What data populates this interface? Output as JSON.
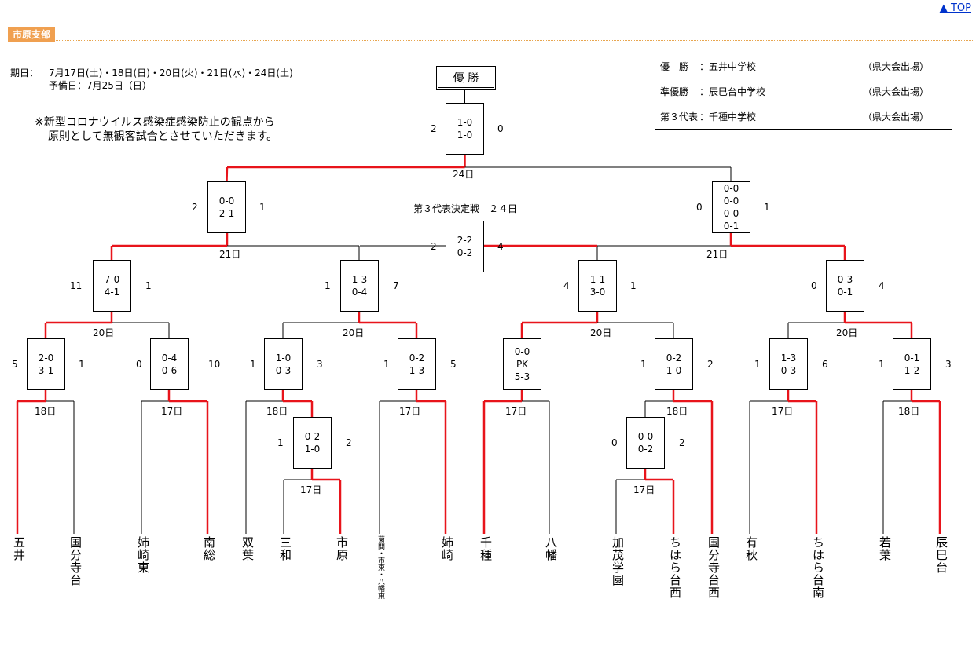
{
  "top_link": "▲ TOP",
  "section_title": "市原支部",
  "schedule": {
    "label": "期日：",
    "dates": "7月17日(土)・18日(日)・20日(火)・21日(水)・24日(土)",
    "reserve": "予備日：7月25日（日）"
  },
  "notice": {
    "line1": "※新型コロナウイルス感染症感染防止の観点から",
    "line2": "原則として無観客試合とさせていただきます。"
  },
  "results": [
    {
      "rank": "優　勝",
      "school": "：五井中学校",
      "note": "（県大会出場）"
    },
    {
      "rank": "準優勝",
      "school": "：辰巳台中学校",
      "note": "（県大会出場）"
    },
    {
      "rank": "第３代表",
      "school": "：千種中学校",
      "note": "（県大会出場）"
    }
  ],
  "champion_label": "優 勝",
  "third_place_label": "第３代表決定戦　２４日",
  "teams": [
    "五井",
    "国分寺台",
    "姉崎東",
    "南総",
    "双葉",
    "三和",
    "市原",
    "菊間・市東・八幡東",
    "姉崎",
    "千種",
    "八幡",
    "加茂学園",
    "ちはら台西",
    "国分寺台西",
    "有秋",
    "ちはら台南",
    "若葉",
    "辰巳台"
  ],
  "matches": [
    {
      "id": "final",
      "lines": [
        "1-0",
        "1-0"
      ],
      "left": "2",
      "right": "0",
      "date": "24日"
    },
    {
      "id": "sf1",
      "lines": [
        "0-0",
        "2-1"
      ],
      "left": "2",
      "right": "1",
      "date": "21日"
    },
    {
      "id": "sf2",
      "lines": [
        "0-0",
        "0-0",
        "0-0",
        "0-1"
      ],
      "left": "0",
      "right": "1",
      "date": "21日"
    },
    {
      "id": "third",
      "lines": [
        "2-2",
        "0-2"
      ],
      "left": "2",
      "right": "4",
      "date": ""
    },
    {
      "id": "qf1",
      "lines": [
        "7-0",
        "4-1"
      ],
      "left": "11",
      "right": "1",
      "date": "20日"
    },
    {
      "id": "qf2",
      "lines": [
        "1-3",
        "0-4"
      ],
      "left": "1",
      "right": "7",
      "date": "20日"
    },
    {
      "id": "qf3",
      "lines": [
        "1-1",
        "3-0"
      ],
      "left": "4",
      "right": "1",
      "date": "20日"
    },
    {
      "id": "qf4",
      "lines": [
        "0-3",
        "0-1"
      ],
      "left": "0",
      "right": "4",
      "date": "20日"
    },
    {
      "id": "r1",
      "lines": [
        "2-0",
        "3-1"
      ],
      "left": "5",
      "right": "1",
      "date": "18日"
    },
    {
      "id": "r2",
      "lines": [
        "0-4",
        "0-6"
      ],
      "left": "0",
      "right": "10",
      "date": "17日"
    },
    {
      "id": "r3",
      "lines": [
        "1-0",
        "0-3"
      ],
      "left": "1",
      "right": "3",
      "date": "18日"
    },
    {
      "id": "r4",
      "lines": [
        "0-2",
        "1-3"
      ],
      "left": "1",
      "right": "5",
      "date": "17日"
    },
    {
      "id": "r5",
      "lines": [
        "0-0",
        "PK",
        "5-3"
      ],
      "left": "",
      "right": "",
      "date": "17日"
    },
    {
      "id": "r6",
      "lines": [
        "0-2",
        "1-0"
      ],
      "left": "1",
      "right": "2",
      "date": "18日"
    },
    {
      "id": "r7",
      "lines": [
        "1-3",
        "0-3"
      ],
      "left": "1",
      "right": "6",
      "date": "17日"
    },
    {
      "id": "r8",
      "lines": [
        "0-1",
        "1-2"
      ],
      "left": "1",
      "right": "3",
      "date": "18日"
    },
    {
      "id": "p1",
      "lines": [
        "0-2",
        "1-0"
      ],
      "left": "1",
      "right": "2",
      "date": "17日"
    },
    {
      "id": "p2",
      "lines": [
        "0-0",
        "0-2"
      ],
      "left": "0",
      "right": "2",
      "date": "17日"
    }
  ],
  "colors": {
    "win": "#e8141b",
    "line": "#000000",
    "tag": "#f0a050"
  }
}
